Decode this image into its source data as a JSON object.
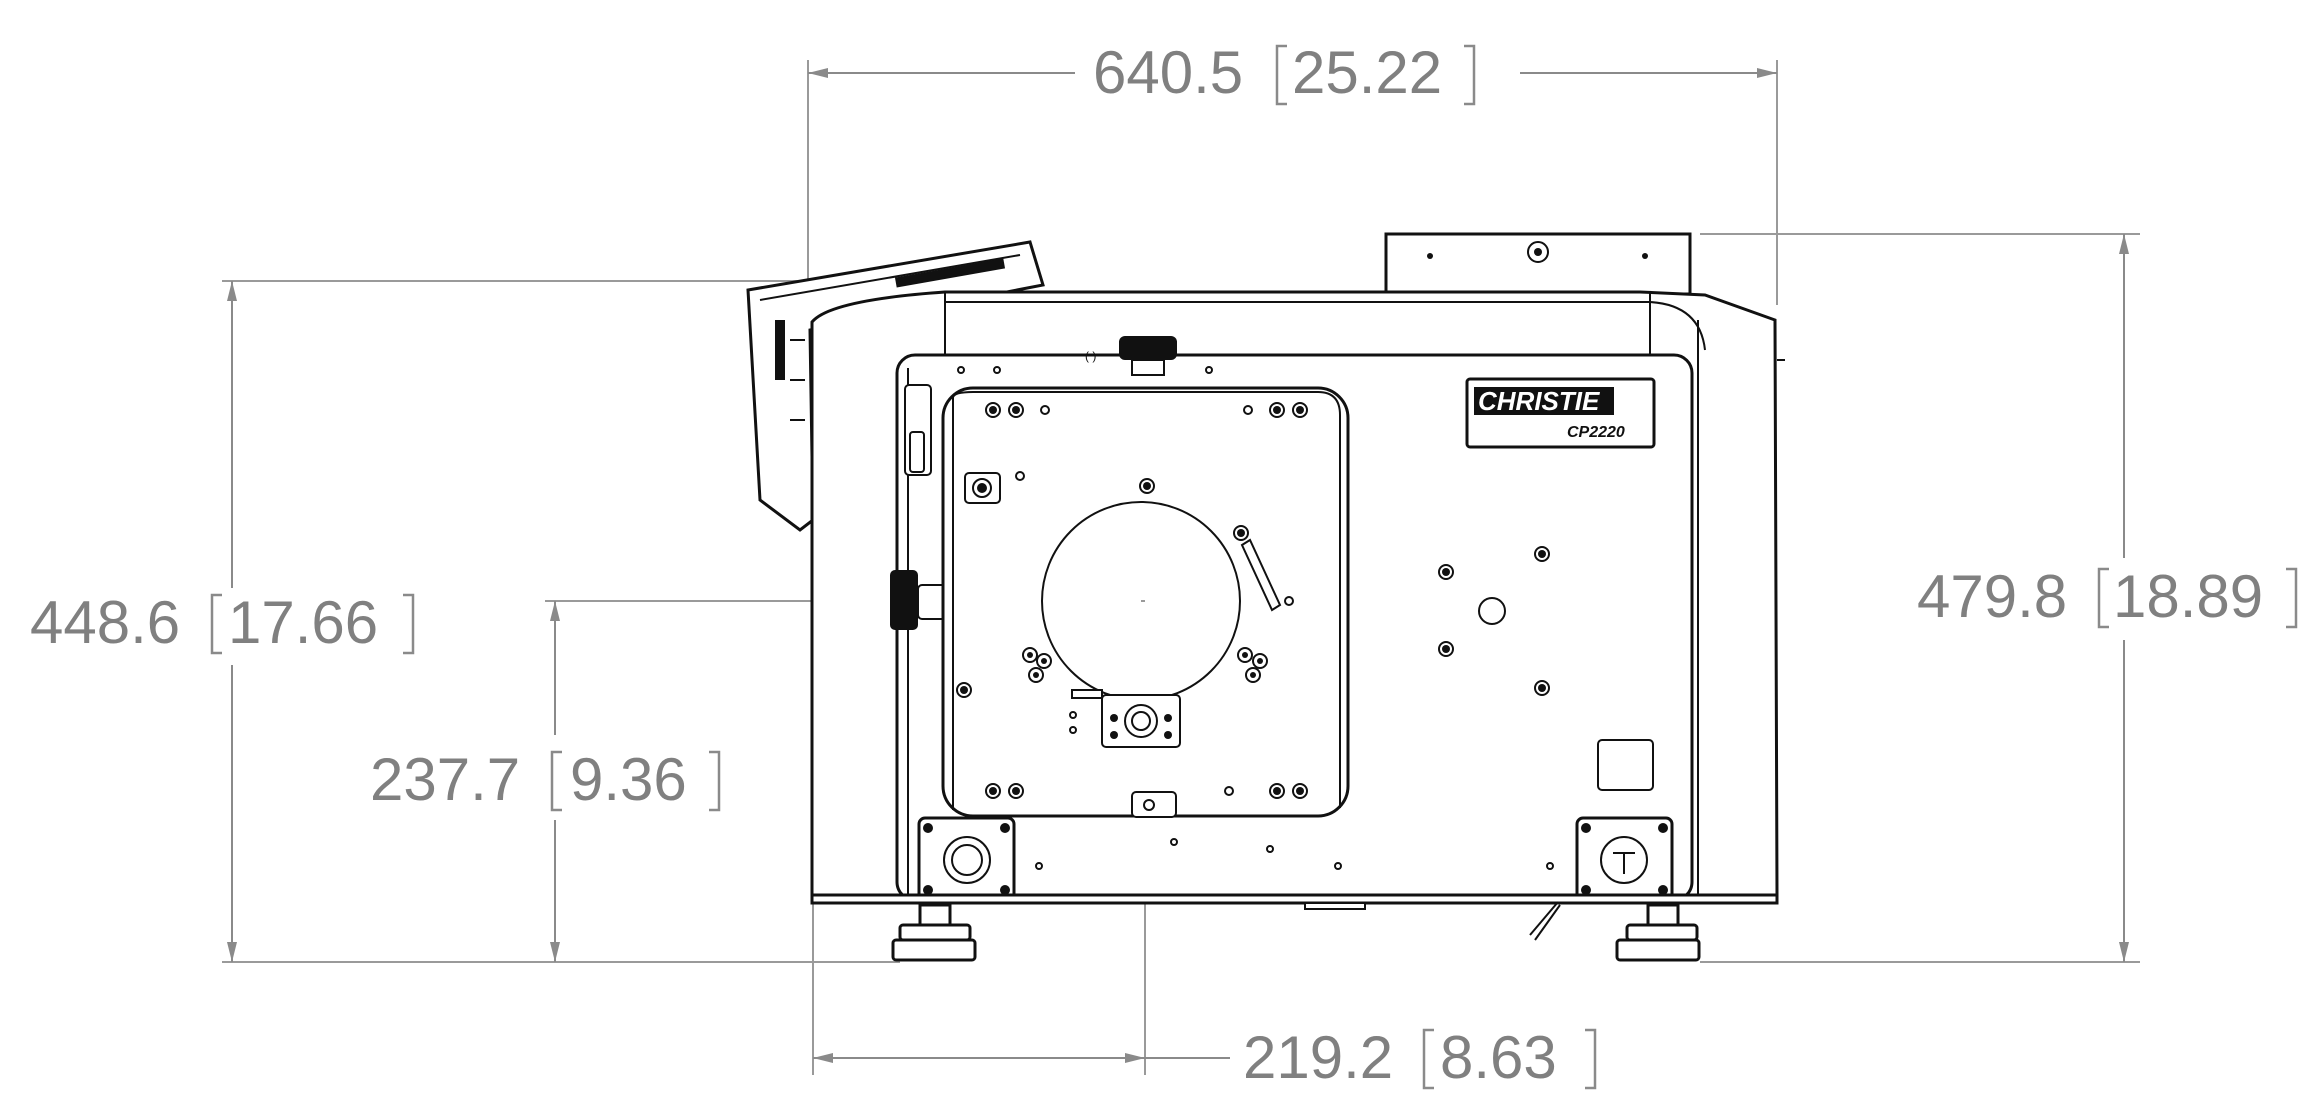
{
  "dimensions": {
    "width_overall": {
      "mm": "640.5",
      "in": "25.22"
    },
    "height_body": {
      "mm": "448.6",
      "in": "17.66"
    },
    "height_overall": {
      "mm": "479.8",
      "in": "18.89"
    },
    "lens_center_height": {
      "mm": "237.7",
      "in": "9.36"
    },
    "lens_center_offset": {
      "mm": "219.2",
      "in": "8.63"
    }
  },
  "product": {
    "brand": "CHRISTIE",
    "model": "CP2220"
  },
  "icons": {
    "lens": "lens-port-icon",
    "foot": "adjustable-foot-icon"
  },
  "colors": {
    "dimension": "#808080",
    "outline": "#111111"
  }
}
